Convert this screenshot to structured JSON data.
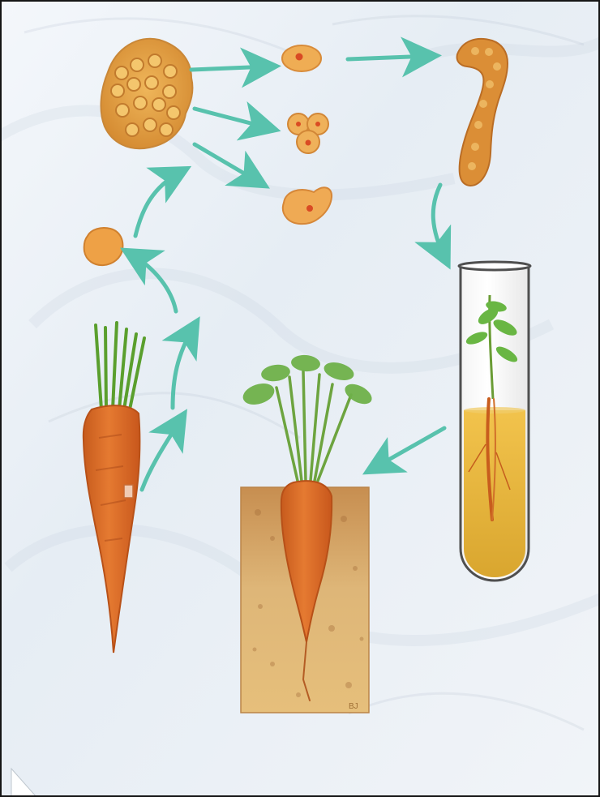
{
  "diagram": {
    "kind": "plant tissue culture cycle",
    "stages": [
      {
        "id": "carrot-root"
      },
      {
        "id": "tissue-piece"
      },
      {
        "id": "callus"
      },
      {
        "id": "single-cells"
      },
      {
        "id": "cell-cluster"
      },
      {
        "id": "embryoid"
      },
      {
        "id": "test-tube-plantlet"
      },
      {
        "id": "mature-carrot-in-soil"
      }
    ],
    "colors": {
      "arrow": "#58c2ad",
      "carrot": "#e1742e",
      "carrot_dark": "#c85a1e",
      "callus": "#e0a043",
      "cell": "#f0ad52",
      "leaf": "#62ae3b",
      "soil": "#d9ad6a",
      "medium": "#e7b43a",
      "glass": "#f7f7f7",
      "background": "#e9eef5"
    },
    "signature": "BJ"
  }
}
